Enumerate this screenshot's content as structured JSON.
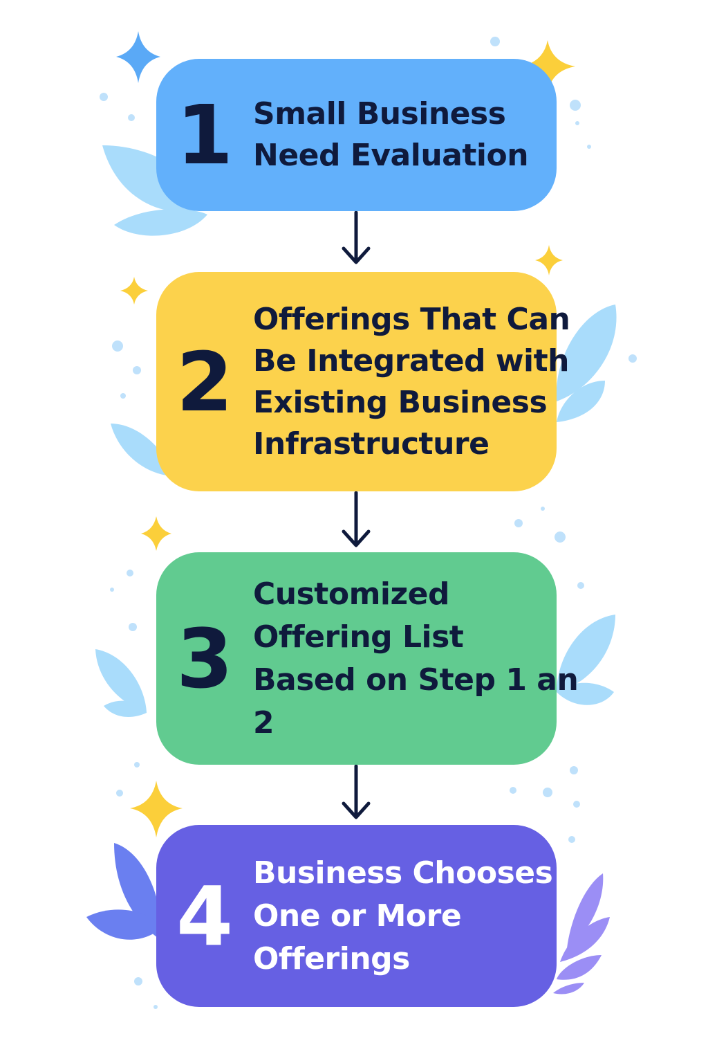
{
  "colors": {
    "text_dark": "#0f1a3c",
    "text_light": "#ffffff",
    "step1": "#62b0fb",
    "step2": "#fcd24c",
    "step3": "#61cb90",
    "step4": "#6660e3",
    "arrow": "#0f1a3c"
  },
  "steps": [
    {
      "number": "1",
      "lines": [
        "Small Business",
        "Need Evaluation"
      ]
    },
    {
      "number": "2",
      "lines": [
        "Offerings That Can",
        "Be Integrated with",
        "Existing Business",
        "Infrastructure"
      ]
    },
    {
      "number": "3",
      "lines": [
        "Customized",
        "Offering List",
        "Based on Step 1 an",
        "2"
      ]
    },
    {
      "number": "4",
      "lines": [
        "Business Chooses",
        "One or More",
        "Offerings"
      ]
    }
  ]
}
